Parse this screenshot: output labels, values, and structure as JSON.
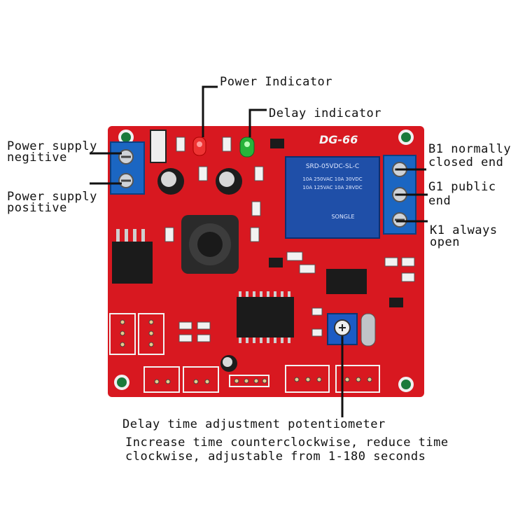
{
  "board": {
    "silkscreen_model": "DG-66",
    "relay_top_text": "SRD-05VDC-SL-C",
    "relay_specs": [
      "10A 250VAC 10A 30VDC",
      "10A 125VAC 10A 28VDC"
    ],
    "relay_brand": "SONGLE",
    "pcb_color": "#d81820",
    "relay_color": "#1f4fa8",
    "terminal_color": "#1b66c2"
  },
  "labels": {
    "power_indicator": "Power Indicator",
    "delay_indicator": "Delay indicator",
    "power_negative_1": "Power supply",
    "power_negative_2": "negitive",
    "power_positive_1": "Power supply",
    "power_positive_2": "positive",
    "b1_1": "B1 normally",
    "b1_2": "closed end",
    "g1_1": "G1 public",
    "g1_2": "end",
    "k1_1": "K1 always",
    "k1_2": "open",
    "pot_title": "Delay time adjustment potentiometer",
    "pot_desc_1": "Increase time counterclockwise, reduce time",
    "pot_desc_2": "clockwise, adjustable from 1-180 seconds"
  }
}
